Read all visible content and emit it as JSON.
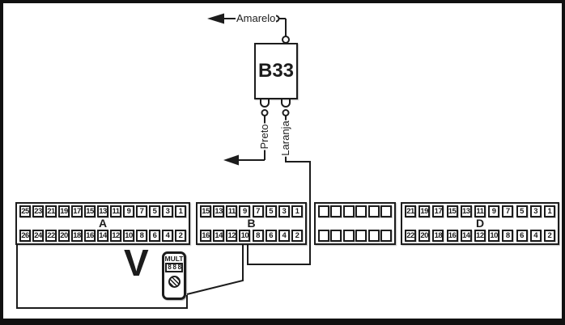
{
  "component": {
    "label": "B33"
  },
  "wire_labels": {
    "yellow": "Amarelo",
    "black": "Preto",
    "orange": "Laranja"
  },
  "meter": {
    "symbol": "V",
    "brand": "MULT",
    "display": "888"
  },
  "connectors": [
    {
      "label": "A",
      "top": [
        "25",
        "23",
        "21",
        "19",
        "17",
        "15",
        "13",
        "11",
        "9",
        "7",
        "5",
        "3",
        "1"
      ],
      "bottom": [
        "26",
        "24",
        "22",
        "20",
        "18",
        "16",
        "14",
        "12",
        "10",
        "8",
        "6",
        "4",
        "2"
      ]
    },
    {
      "label": "B",
      "top": [
        "15",
        "13",
        "11",
        "9",
        "7",
        "5",
        "3",
        "1"
      ],
      "bottom": [
        "16",
        "14",
        "12",
        "10",
        "8",
        "6",
        "4",
        "2"
      ]
    },
    {
      "label": "",
      "top": [
        "",
        "",
        "",
        "",
        "",
        ""
      ],
      "bottom": [
        "",
        "",
        "",
        "",
        "",
        ""
      ]
    },
    {
      "label": "D",
      "top": [
        "21",
        "19",
        "17",
        "15",
        "13",
        "11",
        "9",
        "7",
        "5",
        "3",
        "1"
      ],
      "bottom": [
        "22",
        "20",
        "18",
        "16",
        "14",
        "12",
        "10",
        "8",
        "6",
        "4",
        "2"
      ]
    }
  ],
  "colors": {
    "ink": "#1c1c1c",
    "background": "#ffffff"
  }
}
